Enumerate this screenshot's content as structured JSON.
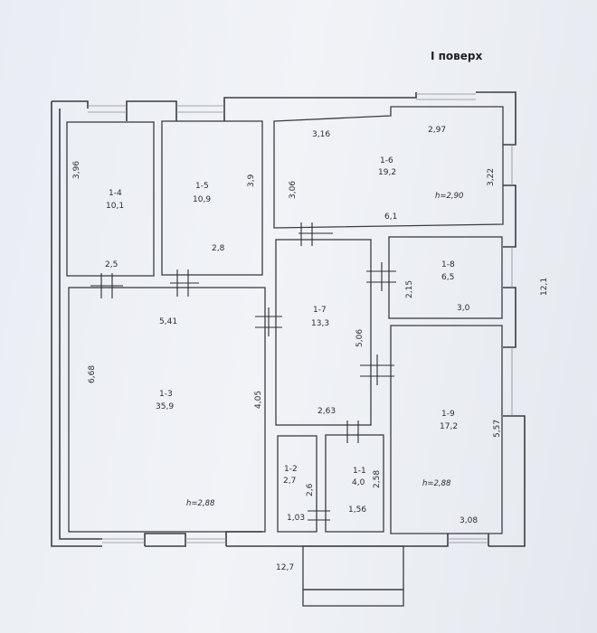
{
  "title": "I поверх",
  "rooms": [
    {
      "id": "1-1",
      "area": "4,0"
    },
    {
      "id": "1-2",
      "area": "2,7"
    },
    {
      "id": "1-3",
      "area": "35,9"
    },
    {
      "id": "1-4",
      "area": "10,1"
    },
    {
      "id": "1-5",
      "area": "10,9"
    },
    {
      "id": "1-6",
      "area": "19,2"
    },
    {
      "id": "1-7",
      "area": "13,3"
    },
    {
      "id": "1-8",
      "area": "6,5"
    },
    {
      "id": "1-9",
      "area": "17,2"
    }
  ],
  "heights": {
    "room_1_3": "h=2,88",
    "room_1_6": "h=2,90",
    "room_1_9": "h=2,88"
  },
  "dimensions": {
    "d_1_4_height": "3,96",
    "d_1_4_width": "2,5",
    "d_1_5_height": "3,9",
    "d_1_5_width": "2,8",
    "d_1_6_top_left": "3,16",
    "d_1_6_top_right": "2,97",
    "d_1_6_left": "3,06",
    "d_1_6_right": "3,22",
    "d_1_6_bottom": "6,1",
    "d_1_8_height": "2,15",
    "d_1_8_width": "3,0",
    "d_total_right": "12,1",
    "d_1_3_width": "5,41",
    "d_1_3_left": "6,68",
    "d_1_3_right": "4,05",
    "d_1_7_height": "5,06",
    "d_1_7_width": "2,63",
    "d_1_9_height": "5,57",
    "d_1_9_width": "3,08",
    "d_1_2_height": "2,6",
    "d_1_2_width": "1,03",
    "d_1_1_height": "2,58",
    "d_1_1_width": "1,56",
    "d_total_bottom": "12,7"
  }
}
